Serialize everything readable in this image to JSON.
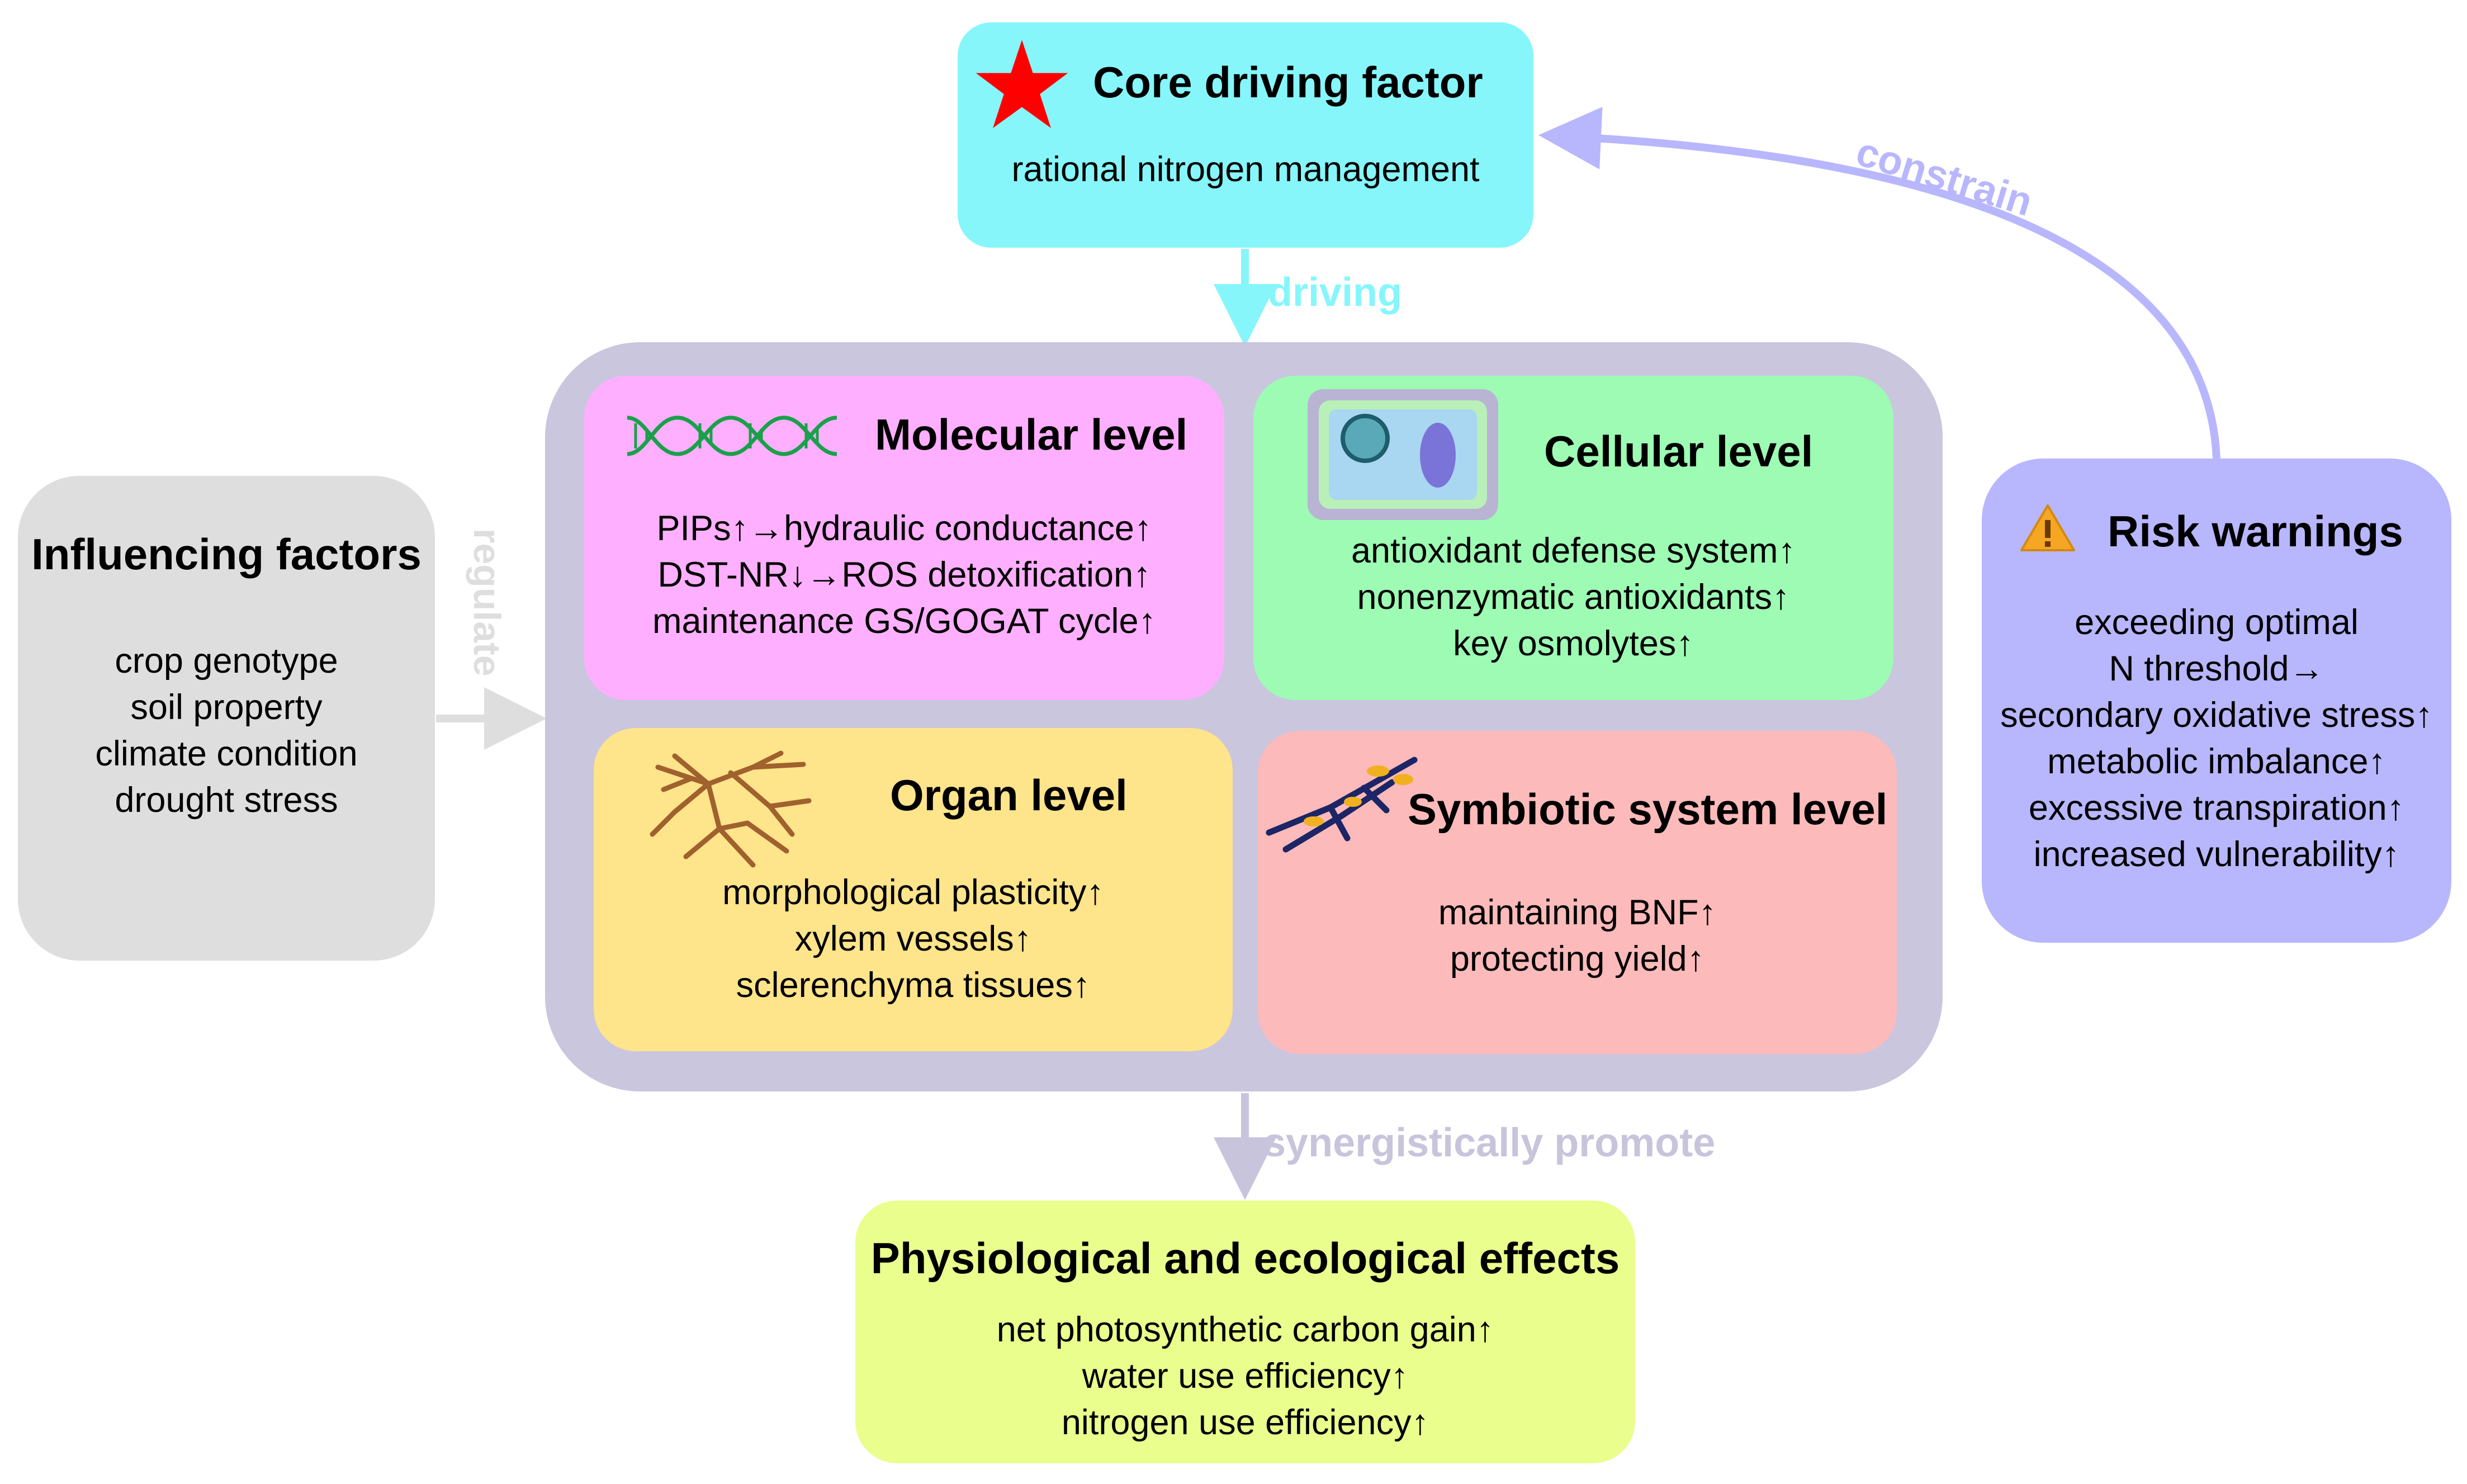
{
  "core": {
    "title": "Core driving factor",
    "text": "rational nitrogen management"
  },
  "influencing": {
    "title": "Influencing factors",
    "items": [
      "crop genotype",
      "soil property",
      "climate condition",
      "drought stress"
    ]
  },
  "molecular": {
    "title": "Molecular level",
    "items": [
      "PIPs↑→hydraulic conductance↑",
      "DST-NR↓→ROS detoxification↑",
      "maintenance GS/GOGAT cycle↑"
    ]
  },
  "cellular": {
    "title": "Cellular level",
    "items": [
      "antioxidant defense system↑",
      "nonenzymatic antioxidants↑",
      "key osmolytes↑"
    ]
  },
  "organ": {
    "title": "Organ level",
    "items": [
      "morphological plasticity↑",
      "xylem vessels↑",
      "sclerenchyma tissues↑"
    ]
  },
  "symbiotic": {
    "title": "Symbiotic system level",
    "items": [
      "maintaining BNF↑",
      "protecting yield↑"
    ]
  },
  "risk": {
    "title": "Risk warnings",
    "items": [
      "exceeding optimal",
      "N threshold→",
      "secondary oxidative stress↑",
      "metabolic imbalance↑",
      "excessive transpiration↑",
      "increased vulnerability↑"
    ]
  },
  "effects": {
    "title": "Physiological and ecological effects",
    "items": [
      "net photosynthetic carbon gain↑",
      "water use efficiency↑",
      "nitrogen use efficiency↑"
    ]
  },
  "edges": {
    "driving": "driving",
    "regulate": "regulate",
    "constrain": "constrain",
    "promote": "synergistically promote"
  },
  "icons": {
    "core": "red-star-icon",
    "molecular": "dna-helix-icon",
    "cellular": "plant-cell-icon",
    "organ": "root-system-icon",
    "symbiotic": "nodulated-root-icon",
    "risk": "warning-triangle-icon"
  },
  "colors": {
    "core": "#86f6fb",
    "influencing": "#dedede",
    "container": "#cac6de",
    "molecular": "#ffafff",
    "cellular": "#9dfbb4",
    "organ": "#fee48a",
    "symbiotic": "#fdbaba",
    "risk": "#b8b6fd",
    "effects": "#eafe8e",
    "arrow_driving": "#86f6fb",
    "arrow_regulate": "#dedede",
    "arrow_constrain": "#b8b6fd",
    "arrow_promote": "#c7c4dc"
  }
}
